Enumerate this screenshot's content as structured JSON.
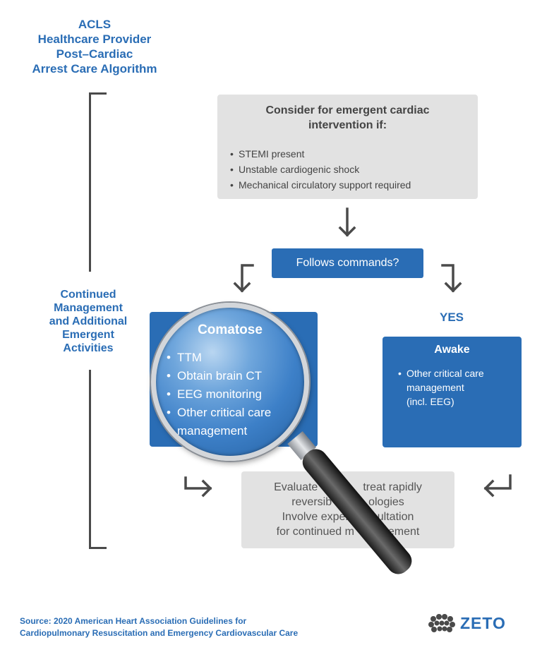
{
  "title": [
    "ACLS",
    "Healthcare Provider",
    "Post–Cardiac",
    "Arrest Care Algorithm"
  ],
  "side_label": [
    "Continued",
    "Management",
    "and Additional",
    "Emergent",
    "Activities"
  ],
  "consider": {
    "heading_lines": [
      "Consider for emergent cardiac",
      "intervention if:"
    ],
    "items": [
      "STEMI present",
      "Unstable cardiogenic shock",
      "Mechanical circulatory support required"
    ]
  },
  "question": "Follows commands?",
  "yes_label": "YES",
  "comatose": {
    "heading": "Comatose",
    "items": [
      "TTM",
      "Obtain brain CT",
      "EEG monitoring",
      "Other critical care",
      "management"
    ]
  },
  "awake": {
    "heading": "Awake",
    "item_lines": [
      "Other critical care",
      "management",
      "(incl. EEG)"
    ]
  },
  "evaluate_lines": [
    "Evaluate and treat rapidly",
    "reversible etiologies",
    "Involve expert consultation",
    "for continued management"
  ],
  "evaluate_visible_parts": [
    [
      "Evaluate",
      "treat rapidly"
    ],
    [
      "reversib",
      "ologies"
    ],
    [
      "Involve exper",
      "ultation"
    ],
    [
      "for continued m",
      "ement"
    ]
  ],
  "source": [
    "Source: 2020 American Heart Association Guidelines for",
    "Cardiopulmonary Resuscitation and Emergency Cardiovascular Care"
  ],
  "logo": {
    "text": "ZETO",
    "icon": "brain-icon"
  },
  "colors": {
    "accent": "#2a6db5",
    "box_gray": "#e2e2e2",
    "text_dark": "#444444",
    "arrow": "#4a4a4a"
  }
}
